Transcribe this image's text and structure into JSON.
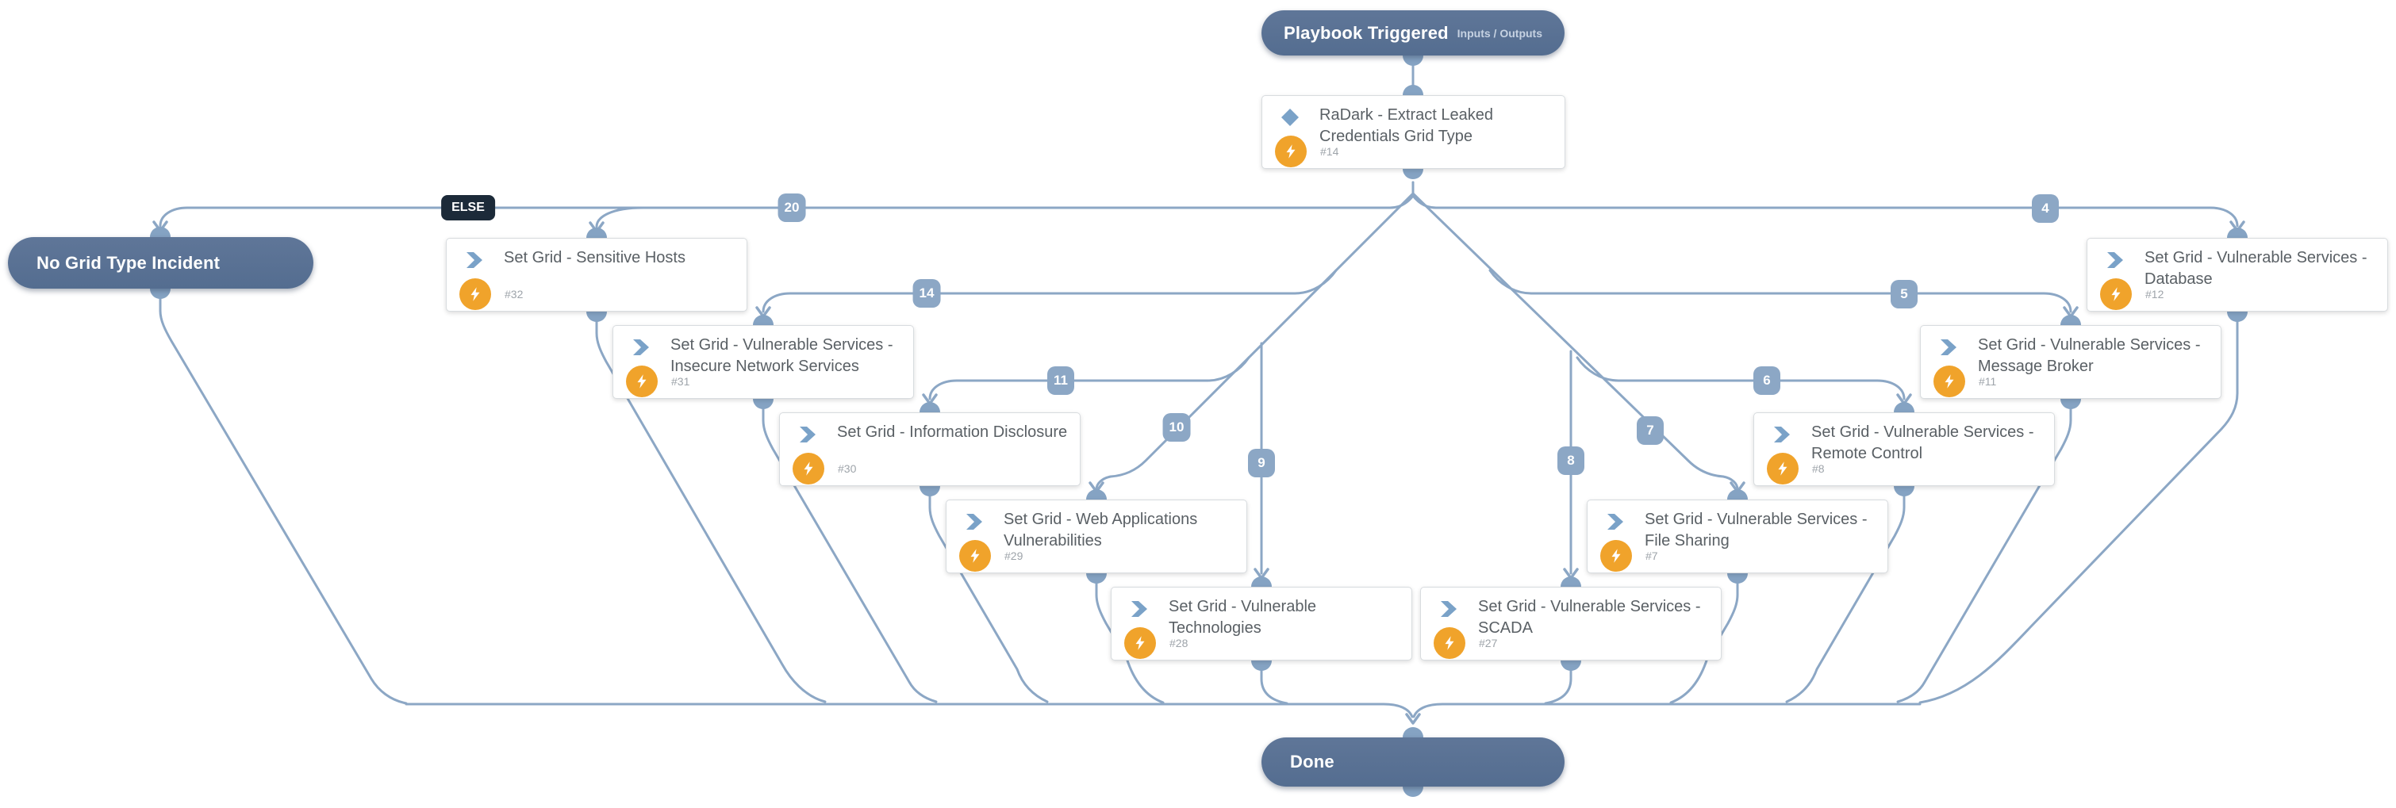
{
  "app": {
    "name": "Playbook work plan canvas"
  },
  "colors": {
    "edge": "#8CA7C5",
    "badge": "#8CA7C5",
    "else_badge": "#1C2A39",
    "terminal_pill": "#5A7192",
    "automation_bolt": "#F0A32B",
    "task_icon": "#7AA2C8"
  },
  "start": {
    "title": "Playbook Triggered",
    "link_label": "Inputs / Outputs"
  },
  "no_grid": {
    "title": "No Grid Type Incident"
  },
  "end": {
    "title": "Done"
  },
  "tasks": [
    {
      "title": "RaDark - Extract Leaked Credentials Grid Type",
      "id": "#14",
      "icon": "playbook-diamond"
    },
    {
      "title": "Set Grid - Sensitive Hosts",
      "id": "#32",
      "icon": "task-chevron"
    },
    {
      "title": "Set Grid - Vulnerable Services - Insecure Network Services",
      "id": "#31",
      "icon": "task-chevron"
    },
    {
      "title": "Set Grid - Information Disclosure",
      "id": "#30",
      "icon": "task-chevron"
    },
    {
      "title": "Set Grid - Web Applications Vulnerabilities",
      "id": "#29",
      "icon": "task-chevron"
    },
    {
      "title": "Set Grid - Vulnerable Technologies",
      "id": "#28",
      "icon": "task-chevron"
    },
    {
      "title": "Set Grid - Vulnerable Services - SCADA",
      "id": "#27",
      "icon": "task-chevron"
    },
    {
      "title": "Set Grid - Vulnerable Services - File Sharing",
      "id": "#7",
      "icon": "task-chevron"
    },
    {
      "title": "Set Grid - Vulnerable Services - Remote Control",
      "id": "#8",
      "icon": "task-chevron"
    },
    {
      "title": "Set Grid - Vulnerable Services - Message Broker",
      "id": "#11",
      "icon": "task-chevron"
    },
    {
      "title": "Set Grid - Vulnerable Services - Database",
      "id": "#12",
      "icon": "task-chevron"
    }
  ],
  "badges": [
    {
      "label": "ELSE"
    },
    {
      "label": "20"
    },
    {
      "label": "14"
    },
    {
      "label": "11"
    },
    {
      "label": "10"
    },
    {
      "label": "9"
    },
    {
      "label": "8"
    },
    {
      "label": "7"
    },
    {
      "label": "6"
    },
    {
      "label": "5"
    },
    {
      "label": "4"
    }
  ]
}
